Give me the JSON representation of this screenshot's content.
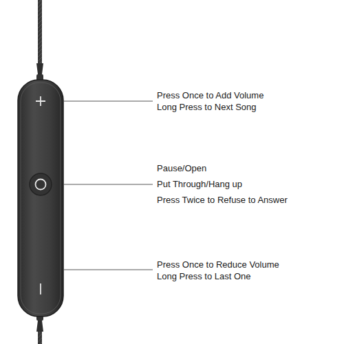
{
  "diagram": {
    "labels": [
      "Press Once to Add Volume",
      "Long Press to Next Song",
      "Pause/Open",
      "Put Through/Hang up",
      "Press Twice to Refuse to Answer",
      "Press Once to Reduce Volume",
      "Long Press to Last One"
    ]
  }
}
